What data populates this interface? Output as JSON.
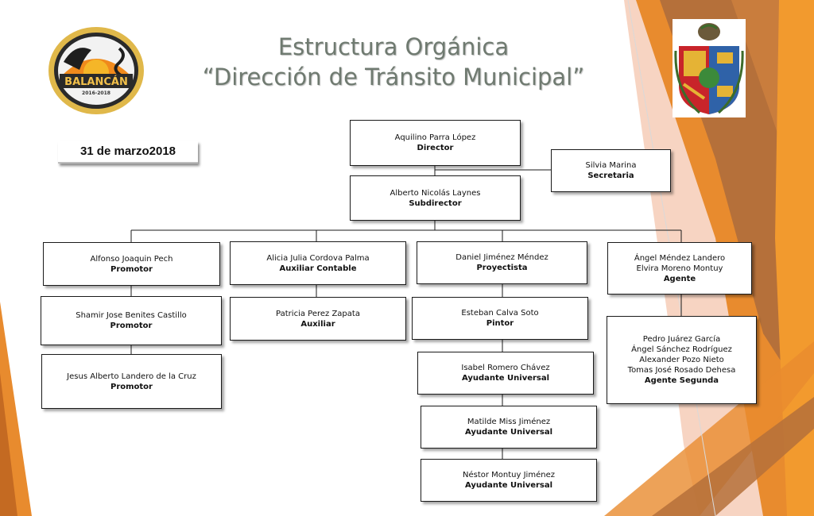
{
  "header": {
    "title_line1": "Estructura Orgánica",
    "title_line2": "“Dirección de Tránsito Municipal”",
    "date": "31 de marzo2018"
  },
  "logos": {
    "left": {
      "icon": "balancan-seal-icon",
      "text": "BALANCÁN",
      "subtitle": "2016-2018"
    },
    "right": {
      "icon": "state-coat-of-arms-icon"
    }
  },
  "colors": {
    "title": "#6f7a70",
    "orange": "#e88b2e",
    "brown": "#b5703a",
    "line": "#1a1a1a"
  },
  "org": {
    "director": {
      "names": [
        "Aquilino  Parra López"
      ],
      "role": "Director"
    },
    "secretary": {
      "names": [
        "Silvia Marina"
      ],
      "role": "Secretaria"
    },
    "subdirector": {
      "names": [
        "Alberto Nicolás Laynes"
      ],
      "role": "Subdirector"
    },
    "promotor1": {
      "names": [
        "Alfonso Joaquin Pech"
      ],
      "role": "Promotor"
    },
    "promotor2": {
      "names": [
        "Shamir Jose Benites Castillo"
      ],
      "role": "Promotor"
    },
    "promotor3": {
      "names": [
        "Jesus Alberto Landero de la Cruz"
      ],
      "role": "Promotor"
    },
    "contable": {
      "names": [
        "Alicia Julia Cordova Palma"
      ],
      "role": "Auxiliar Contable"
    },
    "auxiliar": {
      "names": [
        "Patricia Perez Zapata"
      ],
      "role": "Auxiliar"
    },
    "proyectista": {
      "names": [
        "Daniel Jiménez Méndez"
      ],
      "role": "Proyectista"
    },
    "pintor": {
      "names": [
        "Esteban Calva Soto"
      ],
      "role": "Pintor"
    },
    "ayudante1": {
      "names": [
        "Isabel Romero Chávez"
      ],
      "role": "Ayudante Universal"
    },
    "ayudante2": {
      "names": [
        "Matilde  Miss Jiménez"
      ],
      "role": "Ayudante Universal"
    },
    "ayudante3": {
      "names": [
        "Néstor Montuy Jiménez"
      ],
      "role": "Ayudante Universal"
    },
    "agente": {
      "names": [
        "Ángel Méndez Landero",
        "Elvira Moreno Montuy"
      ],
      "role": "Agente"
    },
    "agente2": {
      "names": [
        "Pedro Juárez García",
        "Ángel Sánchez Rodríguez",
        "Alexander Pozo Nieto",
        "Tomas José Rosado Dehesa"
      ],
      "role": "Agente Segunda"
    }
  }
}
